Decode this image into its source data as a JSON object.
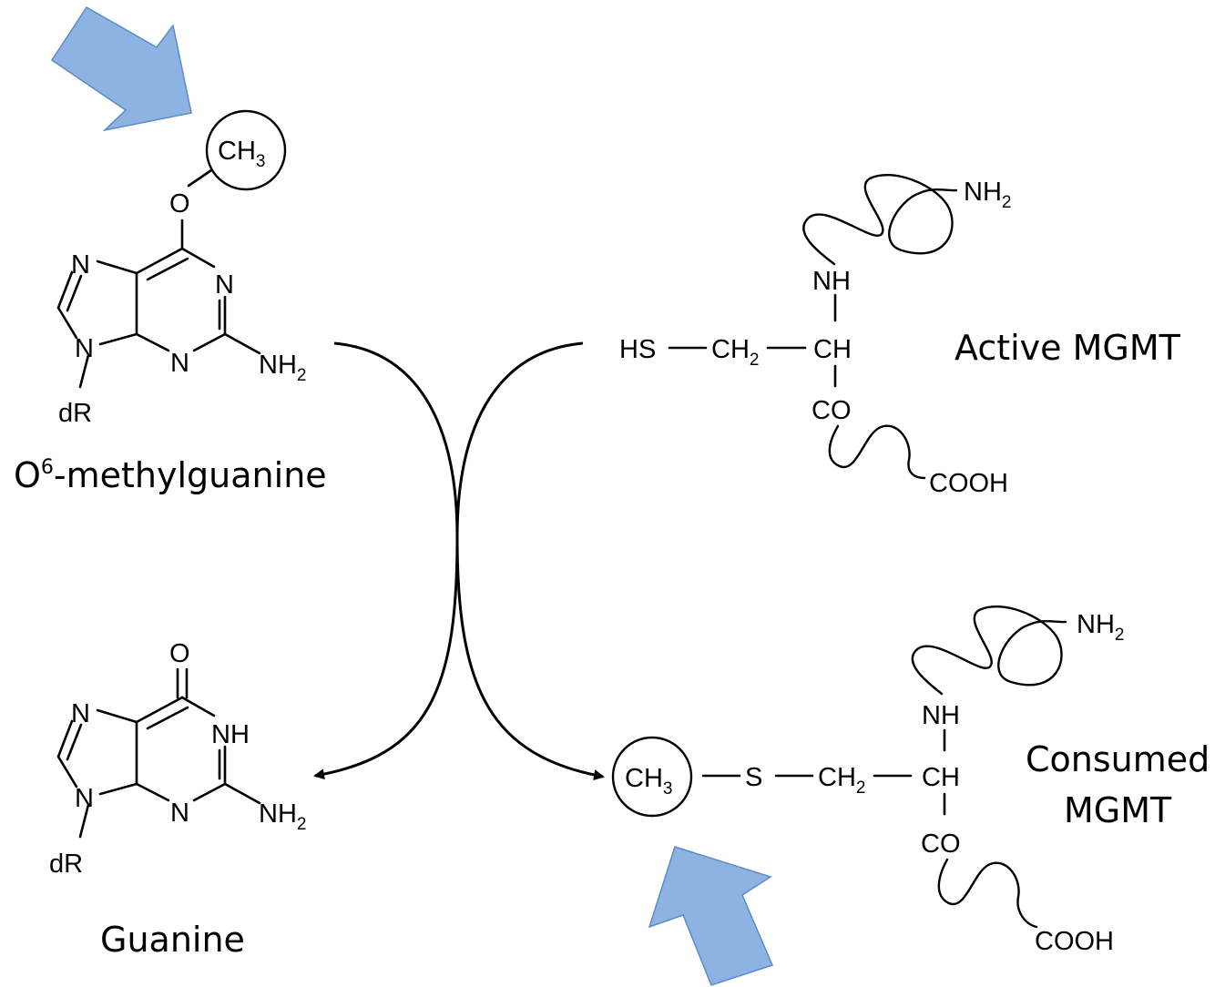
{
  "colors": {
    "highlight_arrow": "#8db3e2",
    "highlight_arrow_stroke": "#5b8bc9",
    "ink": "#000000"
  },
  "molecules": {
    "methylguanine": {
      "caption_main": "O",
      "caption_sup": "6",
      "caption_rest": "-methylguanine",
      "atoms": {
        "o6": "O",
        "n7": "N",
        "n1": "N",
        "n9": "N",
        "n3": "N",
        "nh2": "NH",
        "nh2_sub": "2",
        "dr": "dR",
        "methyl": "CH",
        "methyl_sub": "3"
      }
    },
    "guanine": {
      "caption": "Guanine",
      "atoms": {
        "o6": "O",
        "n7": "N",
        "n1h": "NH",
        "n9": "N",
        "n3": "N",
        "nh2": "NH",
        "nh2_sub": "2",
        "dr": "dR"
      }
    },
    "active_mgmt": {
      "caption": "Active MGMT",
      "atoms": {
        "hs": "HS",
        "ch2": "CH",
        "ch2_sub": "2",
        "ch": "CH",
        "nh": "NH",
        "co": "CO",
        "cooh": "COOH",
        "nh2": "NH",
        "nh2_sub": "2"
      }
    },
    "consumed_mgmt": {
      "caption_line1": "Consumed",
      "caption_line2": "MGMT",
      "atoms": {
        "methyl": "CH",
        "methyl_sub": "3",
        "s": "S",
        "ch2": "CH",
        "ch2_sub": "2",
        "ch": "CH",
        "nh": "NH",
        "co": "CO",
        "cooh": "COOH",
        "nh2": "NH",
        "nh2_sub": "2"
      }
    }
  }
}
